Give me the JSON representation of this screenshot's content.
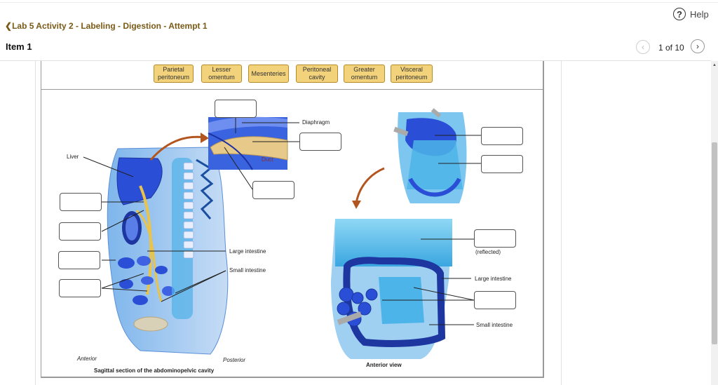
{
  "header": {
    "help_label": "Help",
    "help_icon": "question-circle-icon",
    "back_label": "Lab 5 Activity 2 - Labeling - Digestion - Attempt 1",
    "item_title": "Item 1",
    "counter": "1 of 10"
  },
  "terms": [
    {
      "line1": "Parietal",
      "line2": "peritoneum"
    },
    {
      "line1": "Lesser",
      "line2": "omentum"
    },
    {
      "line1": "Mesenteries",
      "line2": ""
    },
    {
      "line1": "Peritoneal",
      "line2": "cavity"
    },
    {
      "line1": "Greater",
      "line2": "omentum"
    },
    {
      "line1": "Visceral",
      "line2": "peritoneum"
    }
  ],
  "figure": {
    "sagittal": {
      "liver": "Liver",
      "diaphragm": "Diaphragm",
      "duct": "Duct",
      "large_intestine": "Large intestine",
      "small_intestine": "Small intestine",
      "anterior": "Anterior",
      "posterior": "Posterior",
      "caption": "Sagittal section of the abdominopelvic cavity"
    },
    "anterior": {
      "reflected": "(reflected)",
      "large_intestine": "Large intestine",
      "small_intestine": "Small intestine",
      "caption": "Anterior view"
    }
  },
  "colors": {
    "chip_fill": "#f2d27a",
    "chip_border": "#b58a28",
    "back_link": "#7a5a16",
    "organ_blue": "#2a4fd6",
    "tissue_light_blue": "#6fc8f0"
  }
}
